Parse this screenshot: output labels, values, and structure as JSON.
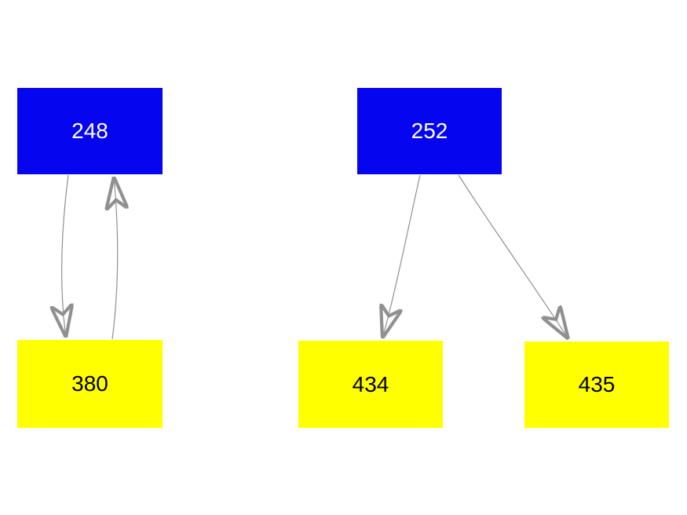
{
  "diagram": {
    "background_color": "#ffffff",
    "node_colors": {
      "parent_fill": "#0505f0",
      "parent_text": "#ffffff",
      "child_fill": "#ffff00",
      "child_text": "#000000"
    },
    "edge_color": "#8c8c8c",
    "nodes": [
      {
        "id": "248",
        "label": "248",
        "role": "parent",
        "fill": "#0505f0",
        "text_color": "#ffffff"
      },
      {
        "id": "252",
        "label": "252",
        "role": "parent",
        "fill": "#0505f0",
        "text_color": "#ffffff"
      },
      {
        "id": "380",
        "label": "380",
        "role": "child",
        "fill": "#ffff00",
        "text_color": "#000000"
      },
      {
        "id": "434",
        "label": "434",
        "role": "child",
        "fill": "#ffff00",
        "text_color": "#000000"
      },
      {
        "id": "435",
        "label": "435",
        "role": "child",
        "fill": "#ffff00",
        "text_color": "#000000"
      }
    ],
    "edges": [
      {
        "from": "248",
        "to": "380",
        "style": "curved"
      },
      {
        "from": "380",
        "to": "248",
        "style": "curved"
      },
      {
        "from": "252",
        "to": "434",
        "style": "straight"
      },
      {
        "from": "252",
        "to": "435",
        "style": "straight"
      }
    ]
  }
}
